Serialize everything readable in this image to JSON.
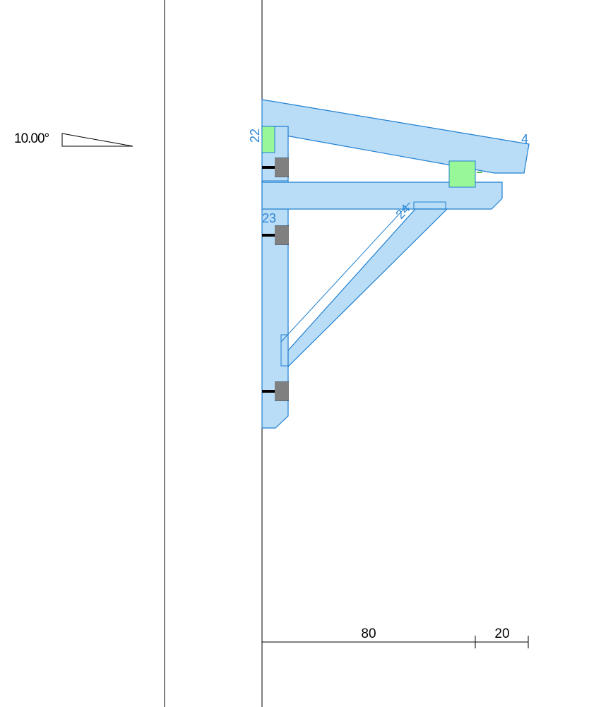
{
  "drawing": {
    "slope_label": "10.00°",
    "part_labels": {
      "rafter": "4",
      "post": "22",
      "beam": "23",
      "brace": "24",
      "joint": "2"
    },
    "dimensions": [
      "80",
      "20"
    ]
  },
  "colors": {
    "member_fill": "#b9dcf7",
    "member_stroke": "#1f7fd0",
    "label_blue": "#2d86d8",
    "block_fill": "#98f898",
    "label_green": "#22a022",
    "line": "#000000"
  }
}
